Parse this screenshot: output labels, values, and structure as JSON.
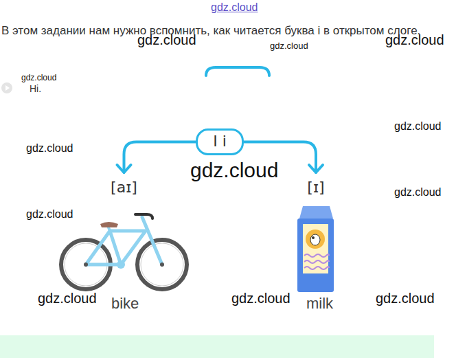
{
  "diagram": {
    "nodes": [
      {
        "text": [
          "I i"
        ]
      },
      {
        "text": [
          "[aɪ]"
        ]
      },
      {
        "text": [
          "[ɪ]"
        ]
      }
    ],
    "edges": [
      {
        "from": 0,
        "to": 1,
        "arrow": "to"
      },
      {
        "from": 0,
        "to": 2,
        "arrow": "to"
      }
    ],
    "labels": [
      "gdz.cloud",
      "В этом задании нам нужно вспомнить, как читается буква i в открытом слоге.",
      "gdz.cloud",
      "gdz.cloud",
      "gdz.cloud",
      "gdz.cloud",
      "Hi.",
      "gdz.cloud",
      "gdz.cloud",
      "gdz.cloud",
      "gdz.cloud",
      "gdz.cloud",
      "gdz.cloud",
      "bike",
      "gdz.cloud",
      "milk",
      "gdz.cloud"
    ]
  }
}
